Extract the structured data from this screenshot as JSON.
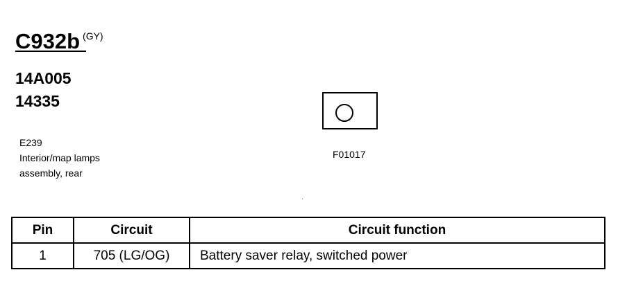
{
  "connector": {
    "name": "C932b",
    "color": "(GY)"
  },
  "part_numbers": [
    "14A005",
    "14335"
  ],
  "component": {
    "code": "E239",
    "description_line1": "Interior/map lamps",
    "description_line2": "assembly, rear"
  },
  "figure_code": "F01017",
  "pin_table": {
    "headers": [
      "Pin",
      "Circuit",
      "Circuit function"
    ],
    "rows": [
      {
        "pin": "1",
        "circuit": "705 (LG/OG)",
        "function": "Battery saver relay, switched power"
      }
    ]
  }
}
